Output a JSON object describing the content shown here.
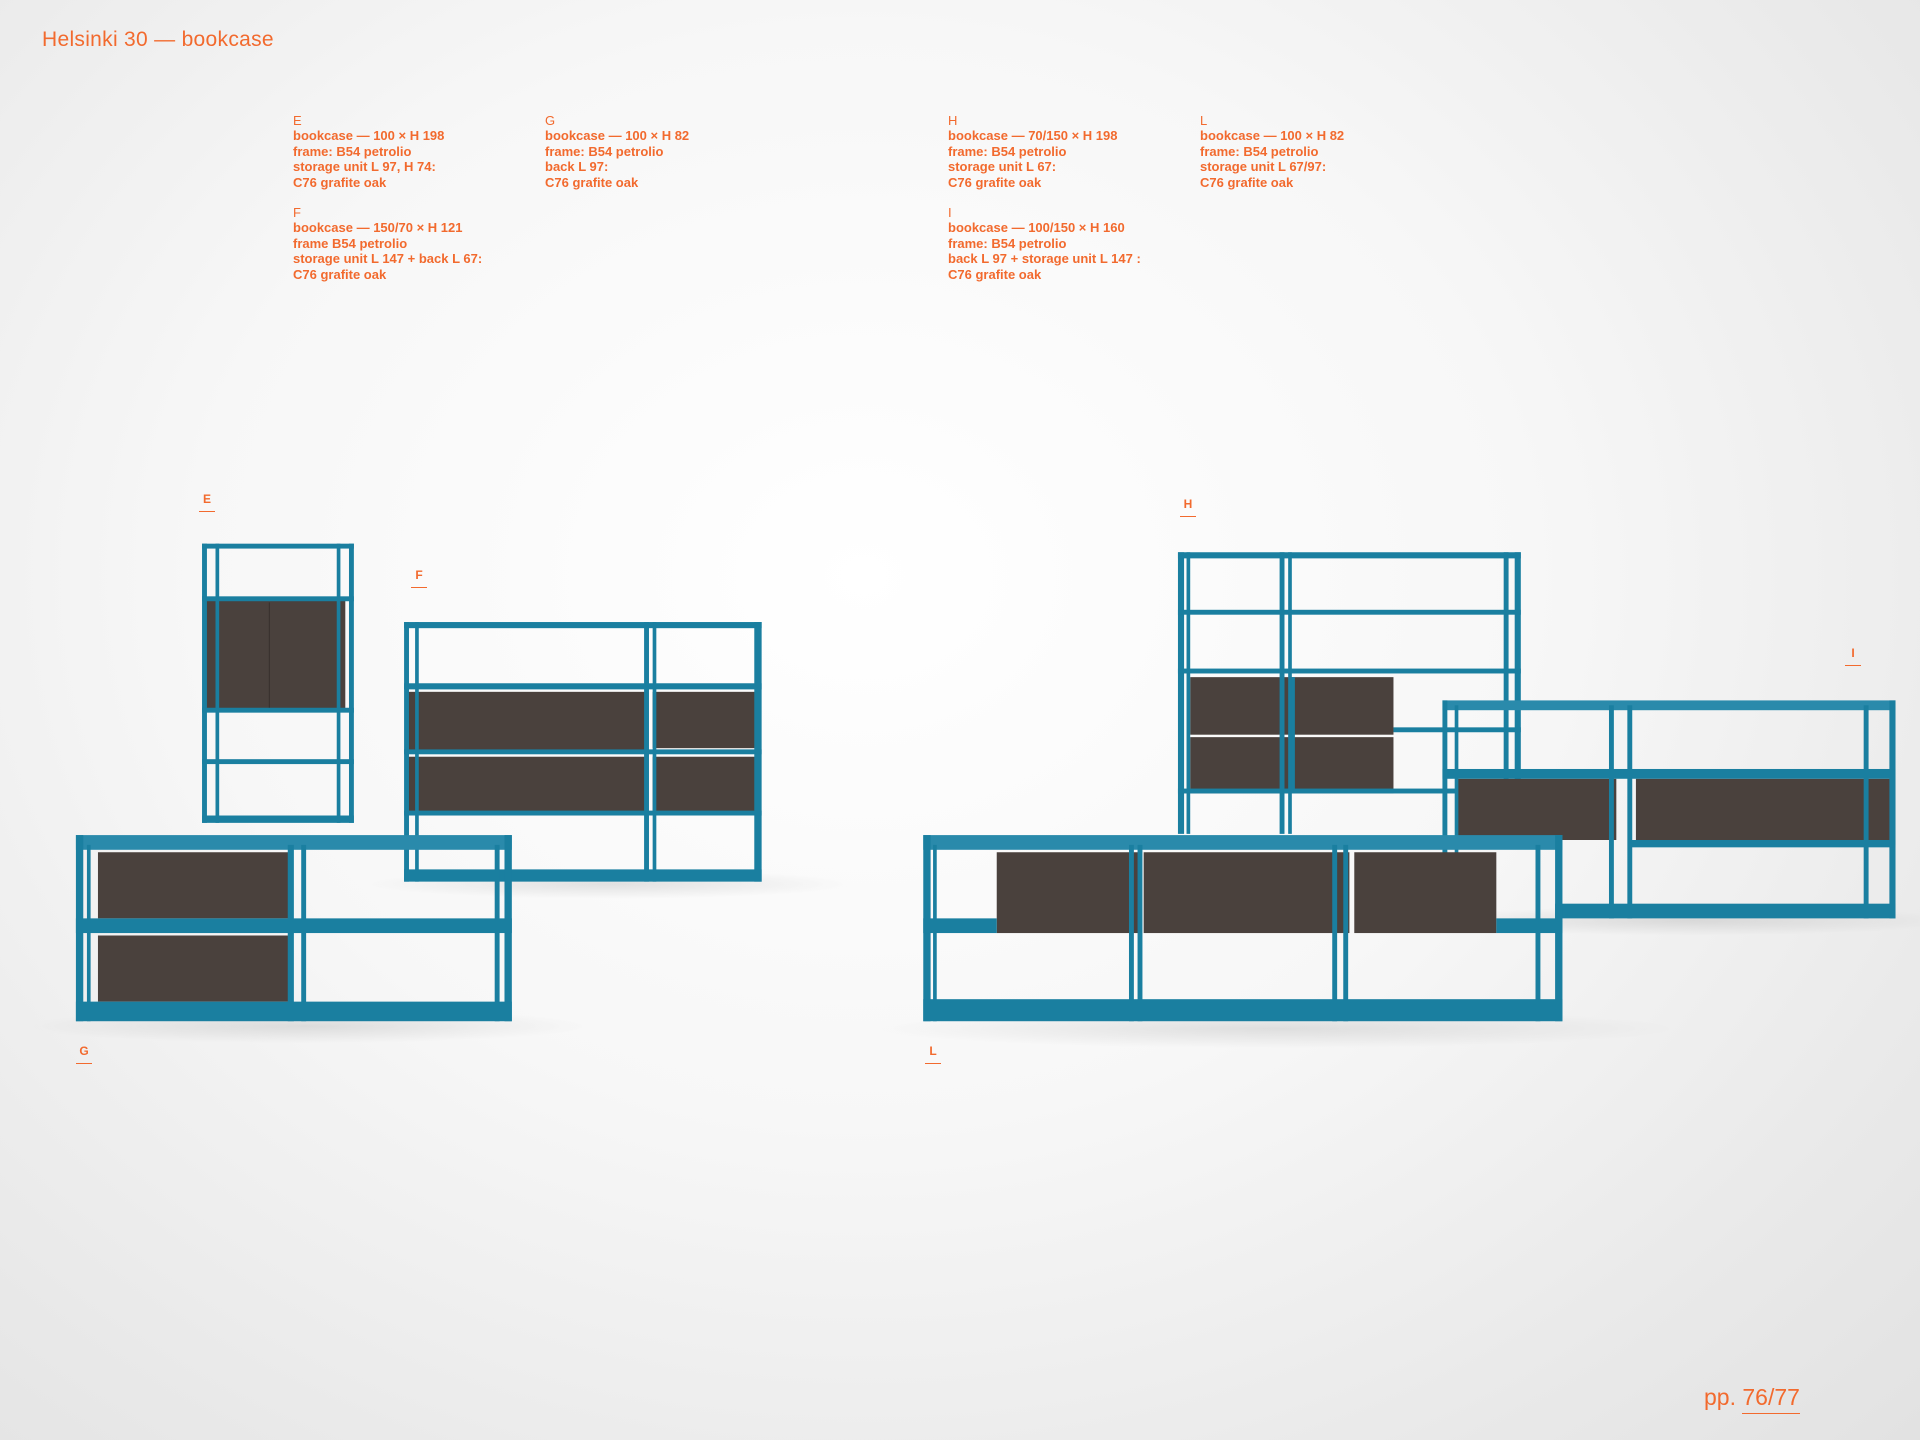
{
  "header": {
    "title": "Helsinki 30 — bookcase"
  },
  "specs": [
    {
      "letter": "E",
      "lines": [
        "bookcase — 100 × H 198",
        "frame: B54 petrolio",
        "storage unit L 97, H 74:",
        "C76 grafite oak"
      ]
    },
    {
      "letter": "F",
      "lines": [
        "bookcase — 150/70 × H 121",
        "frame B54 petrolio",
        "storage unit L 147 + back L 67:",
        "C76 grafite oak"
      ]
    },
    {
      "letter": "G",
      "lines": [
        "bookcase — 100 × H 82",
        "frame: B54 petrolio",
        "back L 97:",
        "C76 grafite oak"
      ]
    },
    {
      "letter": "H",
      "lines": [
        "bookcase — 70/150 × H 198",
        "frame: B54 petrolio",
        "storage unit L 67:",
        "C76 grafite oak"
      ]
    },
    {
      "letter": "I",
      "lines": [
        "bookcase — 100/150 × H 160",
        "frame: B54 petrolio",
        "back L 97 + storage unit L 147 :",
        "C76 grafite oak"
      ]
    },
    {
      "letter": "L",
      "lines": [
        "bookcase — 100 × H 82",
        "frame: B54 petrolio",
        "storage unit L 67/97:",
        "C76 grafite oak"
      ]
    }
  ],
  "image_labels": {
    "E": "E",
    "F": "F",
    "G": "G",
    "H": "H",
    "I": "I",
    "L": "L"
  },
  "footer": {
    "prefix": "pp.",
    "pages": "76/77"
  },
  "colors": {
    "accent": "#f26a2e",
    "frame": "#1a7fa0",
    "wood": "#4a413d"
  }
}
